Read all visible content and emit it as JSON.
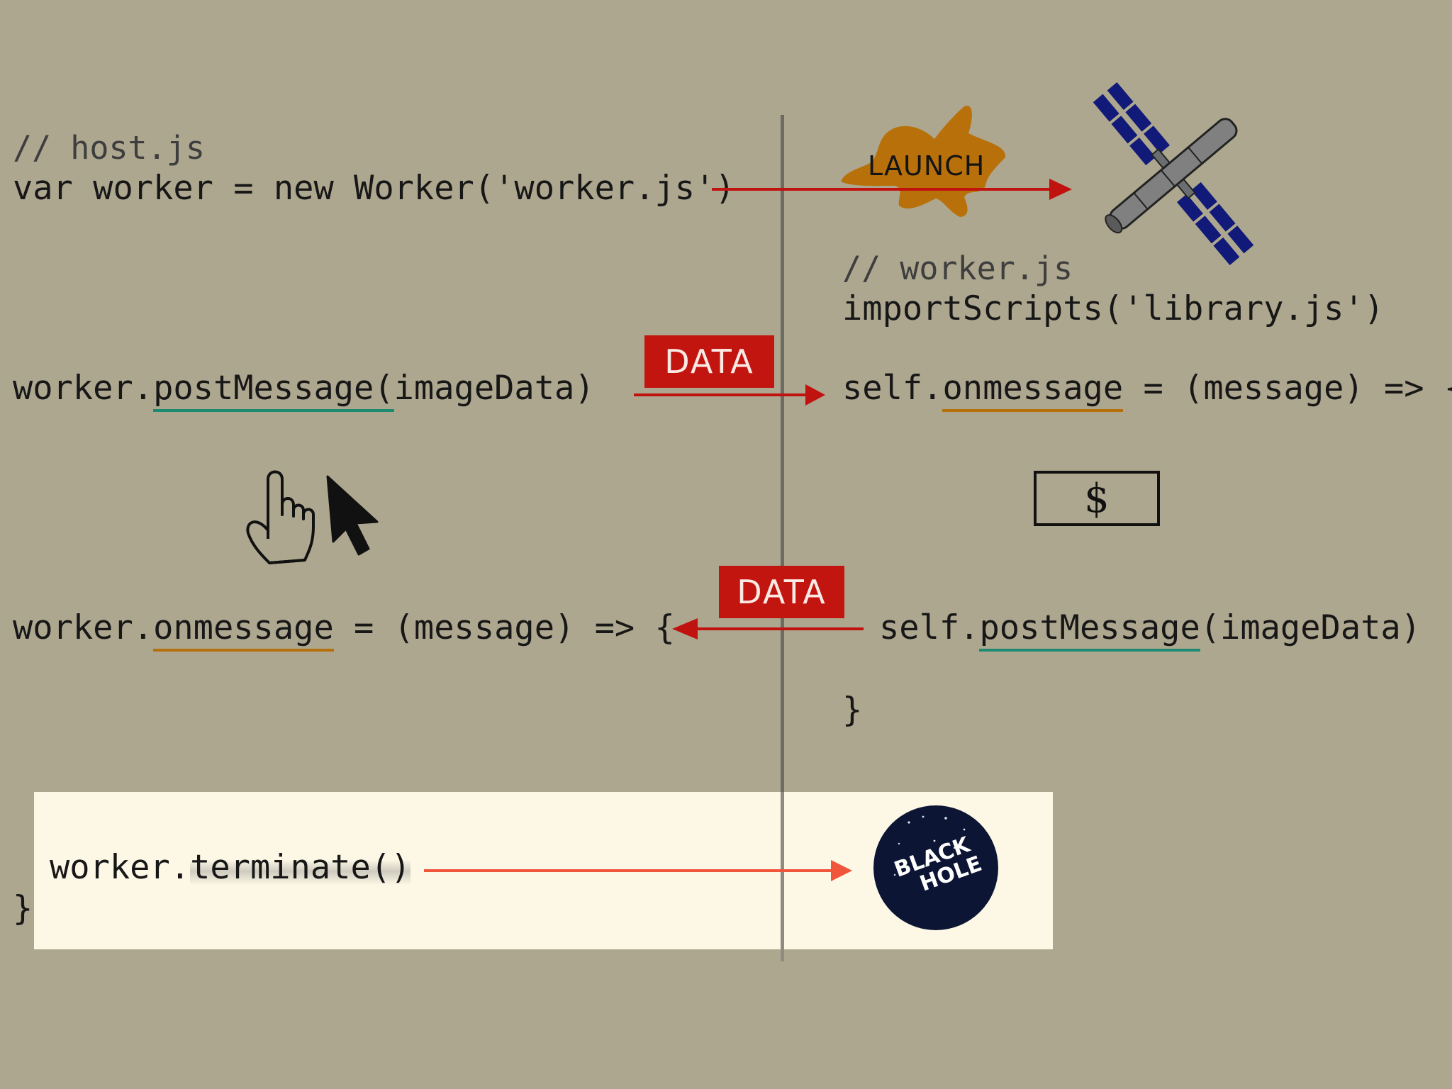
{
  "host": {
    "comment": "// host.js",
    "line_create": "var worker = new Worker('worker.js')",
    "post": {
      "obj": "worker.",
      "method": "postMessage(",
      "arg": "imageData)"
    },
    "onmessage": {
      "obj": "worker.",
      "prop": "onmessage",
      "rest": " = (message) => {"
    },
    "terminate": {
      "obj": "worker.",
      "method": "terminate()"
    },
    "closing_brace": "}"
  },
  "worker": {
    "comment": "// worker.js",
    "import_line": "importScripts('library.js')",
    "onmessage": {
      "obj": "self.",
      "prop": "onmessage",
      "rest": " = (message) => {"
    },
    "post": {
      "obj": "self.",
      "method": "postMessage",
      "arg": "(imageData)"
    },
    "closing_brace": "}"
  },
  "labels": {
    "launch": "LAUNCH",
    "data_top": "DATA",
    "data_bottom": "DATA",
    "black_hole_line1": "BLACK",
    "black_hole_line2": "HOLE",
    "dollar": "$"
  },
  "colors": {
    "background": "#aea78f",
    "arrow_red": "#c0120f",
    "arrow_orange": "#f0563c",
    "data_box": "#c21510",
    "underline_green": "#1f8a72",
    "underline_orange": "#b5700c",
    "splat": "#b8700a",
    "satellite_panel": "#111a78",
    "black_hole": "#0c1634",
    "panel": "#fdf8e6"
  },
  "icons": [
    "splat-icon",
    "satellite-icon",
    "pointer-hand-icon",
    "arrow-cursor-icon",
    "dollar-bill-icon",
    "black-hole-icon"
  ]
}
